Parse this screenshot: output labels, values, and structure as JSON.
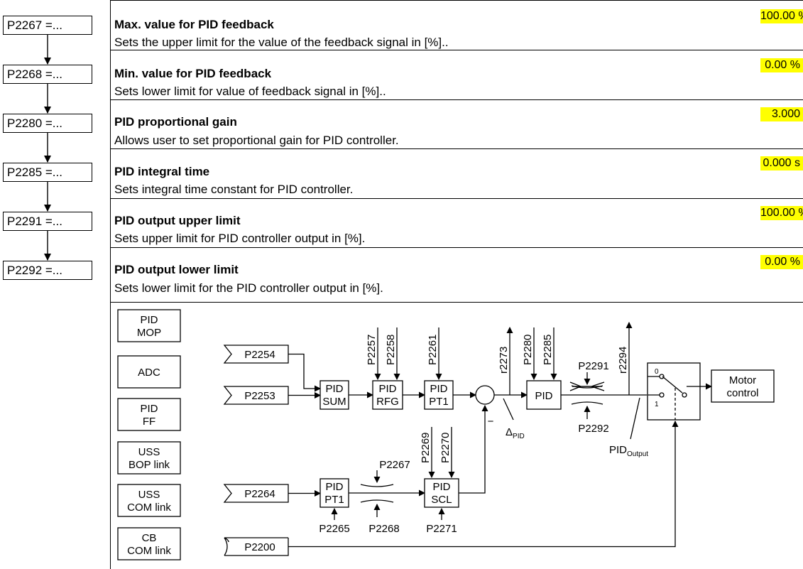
{
  "left_boxes": [
    "P2267 =...",
    "P2268 =...",
    "P2280 =...",
    "P2285 =...",
    "P2291 =...",
    "P2292 =..."
  ],
  "params": [
    {
      "title": "Max. value for PID feedback",
      "desc": "Sets the upper limit for the value of the feedback signal in [%]..",
      "value": "100.00 %"
    },
    {
      "title": "Min. value for PID feedback",
      "desc": "Sets lower limit for value of feedback signal in [%]..",
      "value": "0.00 %"
    },
    {
      "title": "PID proportional gain",
      "desc": "Allows user to set proportional gain for PID controller.",
      "value": "3.000"
    },
    {
      "title": "PID integral time",
      "desc": "Sets integral time constant for PID controller.",
      "value": "0.000 s"
    },
    {
      "title": "PID output upper limit",
      "desc": "Sets upper limit for PID controller output in [%].",
      "value": "100.00 %"
    },
    {
      "title": "PID output lower limit",
      "desc": "Sets lower limit for the PID controller output in [%].",
      "value": "0.00 %"
    }
  ],
  "diagram": {
    "sources": [
      [
        "PID",
        "MOP"
      ],
      [
        "ADC"
      ],
      [
        "PID",
        "FF"
      ],
      [
        "USS",
        "BOP link"
      ],
      [
        "USS",
        "COM link"
      ],
      [
        "CB",
        "COM link"
      ]
    ],
    "connectors": {
      "p2254": "P2254",
      "p2253": "P2253",
      "p2264": "P2264",
      "p2200": "P2200"
    },
    "blocks": {
      "pid_sum": [
        "PID",
        "SUM"
      ],
      "pid_rfg": [
        "PID",
        "RFG"
      ],
      "pid_pt1_top": [
        "PID",
        "PT1"
      ],
      "pid": [
        "PID"
      ],
      "pid_pt1_bottom": [
        "PID",
        "PT1"
      ],
      "pid_scl": [
        "PID",
        "SCL"
      ],
      "motor_control": [
        "Motor",
        "control"
      ]
    },
    "vertical_labels": {
      "p2257": "P2257",
      "p2258": "P2258",
      "p2261": "P2261",
      "r2273": "r2273",
      "p2280": "P2280",
      "p2285": "P2285",
      "r2294": "r2294",
      "p2269": "P2269",
      "p2270": "P2270"
    },
    "labels": {
      "p2291": "P2291",
      "p2292": "P2292",
      "p2267": "P2267",
      "p2268": "P2268",
      "p2265": "P2265",
      "p2271": "P2271",
      "minus": "−",
      "delta": "Δ",
      "delta_sub": "PID",
      "pid_output": "PID",
      "pid_output_sub": "Output",
      "switch_0": "0",
      "switch_1": "1"
    }
  }
}
